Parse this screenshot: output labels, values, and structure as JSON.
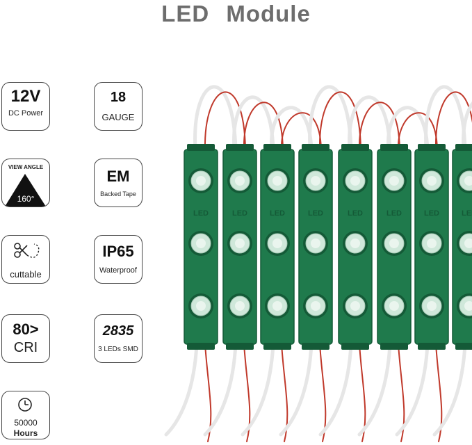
{
  "title": "LED   Module",
  "badges": {
    "power": {
      "big": "12V",
      "small": "DC Power"
    },
    "gauge": {
      "big": "18",
      "small": "GAUGE"
    },
    "view_angle": {
      "label": "VIEW ANGLE",
      "value": "160°"
    },
    "backing": {
      "big": "EM",
      "small": "Backed Tape"
    },
    "cutting": {
      "small": "cuttable"
    },
    "rating": {
      "big": "IP65",
      "small": "Waterproof"
    },
    "cri": {
      "big": "80>",
      "small": "CRI"
    },
    "smd": {
      "big": "2835",
      "small": "3 LEDs SMD"
    },
    "life": {
      "big": "50000",
      "small": "Hours"
    }
  },
  "module_label": "LED",
  "colors": {
    "module_green": "#1f7a4c",
    "module_dark": "#145a37",
    "title_gray": "#6d6d6d",
    "wire_white": "#e6e6e6",
    "wire_red": "#c0392b"
  }
}
